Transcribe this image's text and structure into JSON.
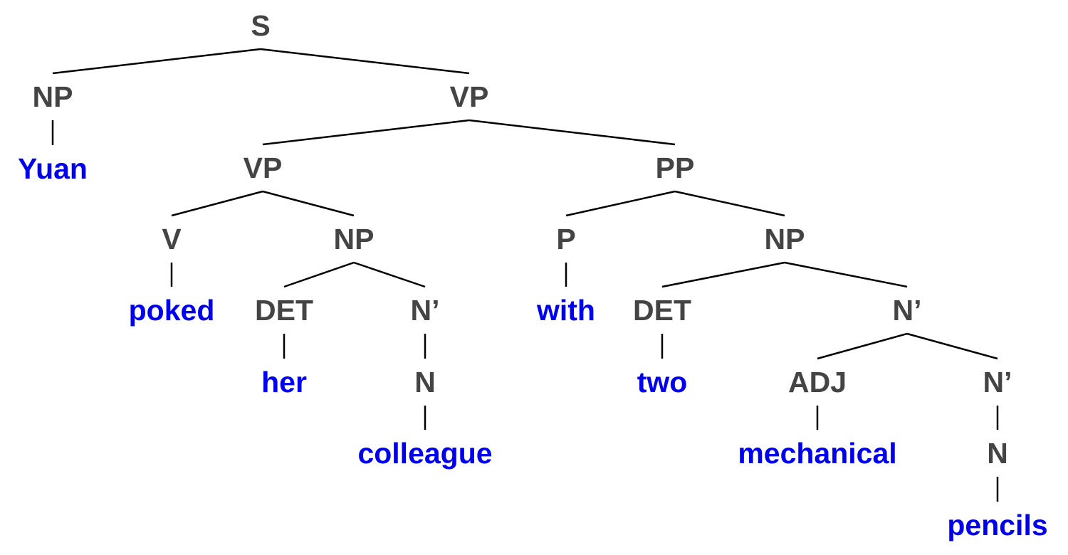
{
  "colors": {
    "category": "#444444",
    "word": "#0000ee",
    "edge": "#000000"
  },
  "tree": {
    "label": "S",
    "children": [
      {
        "label": "NP",
        "children": [
          {
            "label": "Yuan",
            "word": true
          }
        ]
      },
      {
        "label": "VP",
        "children": [
          {
            "label": "VP",
            "children": [
              {
                "label": "V",
                "children": [
                  {
                    "label": "poked",
                    "word": true
                  }
                ]
              },
              {
                "label": "NP",
                "children": [
                  {
                    "label": "DET",
                    "children": [
                      {
                        "label": "her",
                        "word": true
                      }
                    ]
                  },
                  {
                    "label": "N’",
                    "children": [
                      {
                        "label": "N",
                        "children": [
                          {
                            "label": "colleague",
                            "word": true
                          }
                        ]
                      }
                    ]
                  }
                ]
              }
            ]
          },
          {
            "label": "PP",
            "children": [
              {
                "label": "P",
                "children": [
                  {
                    "label": "with",
                    "word": true
                  }
                ]
              },
              {
                "label": "NP",
                "children": [
                  {
                    "label": "DET",
                    "children": [
                      {
                        "label": "two",
                        "word": true
                      }
                    ]
                  },
                  {
                    "label": "N’",
                    "children": [
                      {
                        "label": "ADJ",
                        "children": [
                          {
                            "label": "mechanical",
                            "word": true
                          }
                        ]
                      },
                      {
                        "label": "N’",
                        "children": [
                          {
                            "label": "N",
                            "children": [
                              {
                                "label": "pencils",
                                "word": true
                              }
                            ]
                          }
                        ]
                      }
                    ]
                  }
                ]
              }
            ]
          }
        ]
      }
    ]
  }
}
